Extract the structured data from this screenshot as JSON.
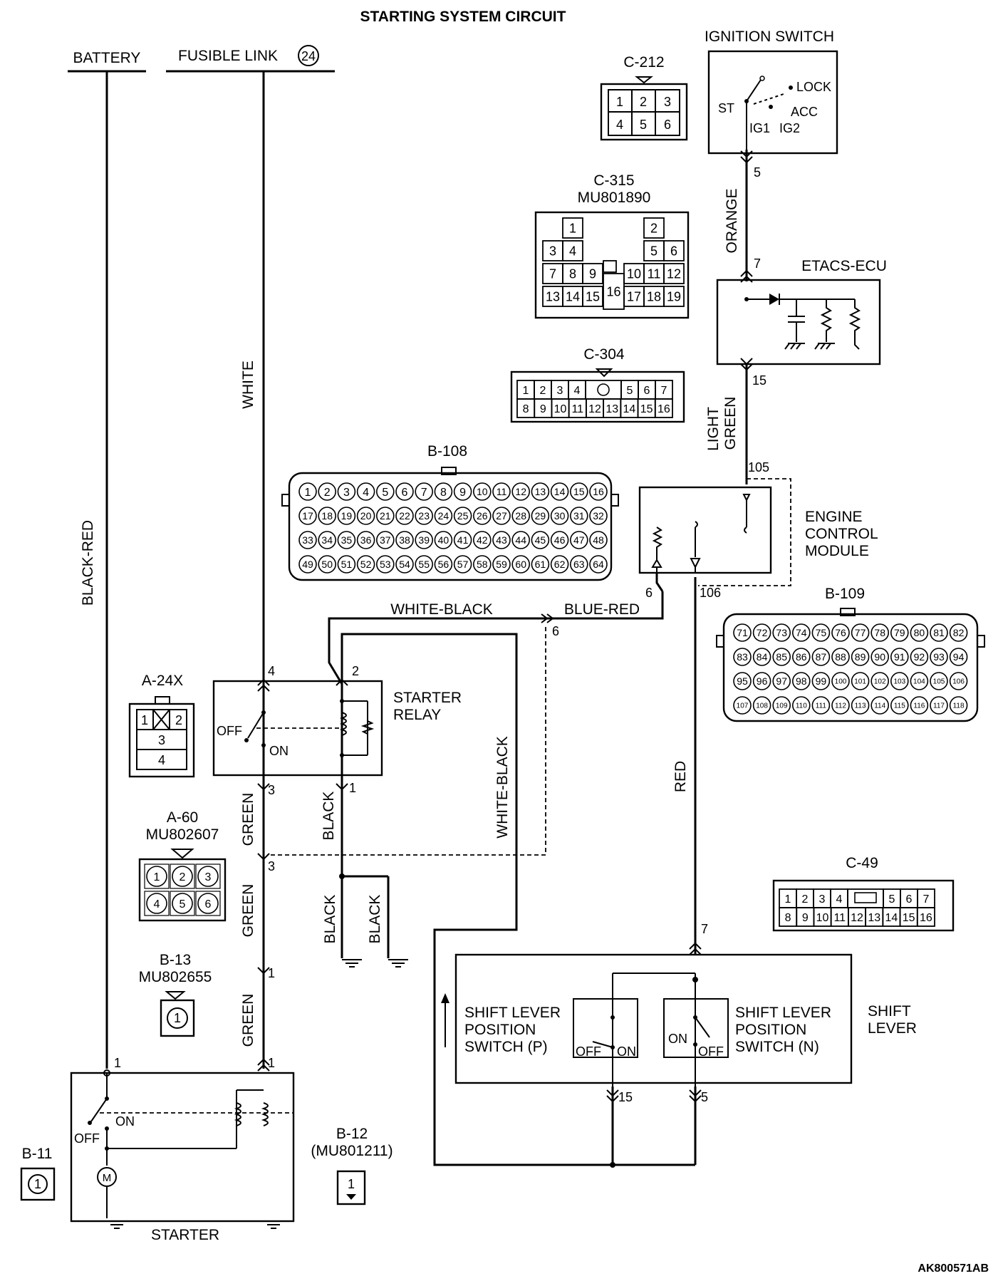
{
  "title": "STARTING SYSTEM CIRCUIT",
  "figure_id": "AK800571AB",
  "sources": {
    "battery": "BATTERY",
    "fusible_link": "FUSIBLE LINK",
    "fusible_link_no": "24"
  },
  "components": {
    "ignition_switch": {
      "name": "IGNITION SWITCH",
      "positions": [
        "ST",
        "LOCK",
        "ACC",
        "IG1",
        "IG2"
      ]
    },
    "etacs_ecu": "ETACS-ECU",
    "engine_control_module": [
      "ENGINE",
      "CONTROL",
      "MODULE"
    ],
    "starter_relay": [
      "STARTER",
      "RELAY"
    ],
    "starter": "STARTER",
    "shift_lever": [
      "SHIFT",
      "LEVER"
    ],
    "switch_p": [
      "SHIFT LEVER",
      "POSITION",
      "SWITCH (P)"
    ],
    "switch_n": [
      "SHIFT LEVER",
      "POSITION",
      "SWITCH (N)"
    ],
    "motor_symbol": "M"
  },
  "switch_states": {
    "off": "OFF",
    "on": "ON"
  },
  "wires": {
    "black_red": "BLACK-RED",
    "white": "WHITE",
    "orange": "ORANGE",
    "light_green": [
      "LIGHT",
      "GREEN"
    ],
    "white_black": "WHITE-BLACK",
    "blue_red": "BLUE-RED",
    "green": "GREEN",
    "black": "BLACK",
    "red": "RED"
  },
  "pins": {
    "ig_out": "5",
    "etacs_in": "7",
    "etacs_out": "15",
    "ecm_in": "105",
    "ecm_6": "6",
    "ecm_106": "106",
    "junction_6": "6",
    "relay_4": "4",
    "relay_2": "2",
    "relay_3": "3",
    "relay_1": "1",
    "green_3": "3",
    "green_1": "1",
    "starter_1": "1",
    "starter_green_1": "1",
    "shift_7": "7",
    "shift_15": "15",
    "shift_5": "5"
  },
  "connectors": {
    "c212": {
      "label": "C-212",
      "rows": [
        [
          "1",
          "2",
          "3"
        ],
        [
          "4",
          "5",
          "6"
        ]
      ]
    },
    "c315": {
      "label": "C-315",
      "part": "MU801890",
      "row1": [
        "1",
        "2"
      ],
      "row2": [
        "3",
        "4",
        "5",
        "6"
      ],
      "row3": [
        "7",
        "8",
        "9",
        "10",
        "11",
        "12"
      ],
      "row4": [
        "13",
        "14",
        "15",
        "16",
        "17",
        "18",
        "19"
      ]
    },
    "c304": {
      "label": "C-304",
      "row1": [
        "1",
        "2",
        "3",
        "4",
        "5",
        "6",
        "7"
      ],
      "row2": [
        "8",
        "9",
        "10",
        "11",
        "12",
        "13",
        "14",
        "15",
        "16"
      ]
    },
    "b108": {
      "label": "B-108"
    },
    "b109": {
      "label": "B-109"
    },
    "a24x": {
      "label": "A-24X",
      "pins": [
        "1",
        "2",
        "3",
        "4"
      ]
    },
    "a60": {
      "label": "A-60",
      "part": "MU802607",
      "pins": [
        "1",
        "2",
        "3",
        "4",
        "5",
        "6"
      ]
    },
    "b13": {
      "label": "B-13",
      "part": "MU802655",
      "pin": "1"
    },
    "b11": {
      "label": "B-11",
      "pin": "1"
    },
    "b12": {
      "label": "B-12",
      "part": "(MU801211)",
      "pin": "1"
    },
    "c49": {
      "label": "C-49",
      "row1": [
        "1",
        "2",
        "3",
        "4",
        "5",
        "6",
        "7"
      ],
      "row2": [
        "8",
        "9",
        "10",
        "11",
        "12",
        "13",
        "14",
        "15",
        "16"
      ]
    }
  }
}
